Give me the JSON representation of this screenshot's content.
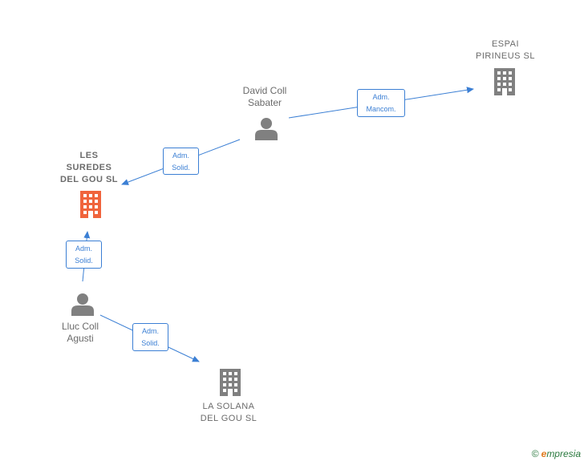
{
  "nodes": {
    "espai": {
      "label": "ESPAI\nPIRINEUS  SL",
      "icon": "building-icon",
      "color": "#808080"
    },
    "david": {
      "label": "David Coll\nSabater",
      "icon": "person-icon",
      "color": "#808080"
    },
    "suredes": {
      "label": "LES\nSUREDES\nDEL GOU  SL",
      "icon": "building-icon",
      "color": "#f0643c"
    },
    "lluc": {
      "label": "Lluc Coll\nAgusti",
      "icon": "person-icon",
      "color": "#808080"
    },
    "solana": {
      "label": "LA SOLANA\nDEL GOU  SL",
      "icon": "building-icon",
      "color": "#808080"
    }
  },
  "edges": {
    "david_espai": {
      "line1": "Adm.",
      "line2": "Mancom."
    },
    "david_suredes": {
      "line1": "Adm.",
      "line2": "Solid."
    },
    "lluc_suredes": {
      "line1": "Adm.",
      "line2": "Solid."
    },
    "lluc_solana": {
      "line1": "Adm.",
      "line2": "Solid."
    }
  },
  "colors": {
    "edge": "#3b7fd4"
  },
  "watermark": {
    "copyright": "©",
    "brand_initial": "e",
    "brand_rest": "mpresia"
  }
}
